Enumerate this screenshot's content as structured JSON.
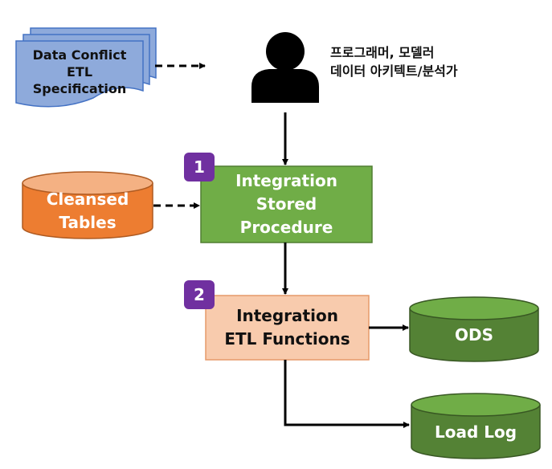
{
  "spec_doc": {
    "label": "Data Conflict\nETL\nSpecification"
  },
  "person": {
    "role": "프로그래머, 모델러\n데이터 아키텍트/분석가"
  },
  "cleansed": {
    "label": "Cleansed\nTables"
  },
  "stored_proc": {
    "step": "1",
    "label": "Integration\nStored\nProcedure"
  },
  "etl_funcs": {
    "step": "2",
    "label": "Integration\nETL Functions"
  },
  "ods": {
    "label": "ODS"
  },
  "load_log": {
    "label": "Load Log"
  },
  "colors": {
    "doc_fill": "#8eaadb",
    "doc_stroke": "#4472c4",
    "green_box": "#70ad47",
    "orange_db": "#ed7d31",
    "peach_box": "#f8cbad",
    "dark_green_db": "#548235",
    "badge_purple": "#7030a0"
  }
}
